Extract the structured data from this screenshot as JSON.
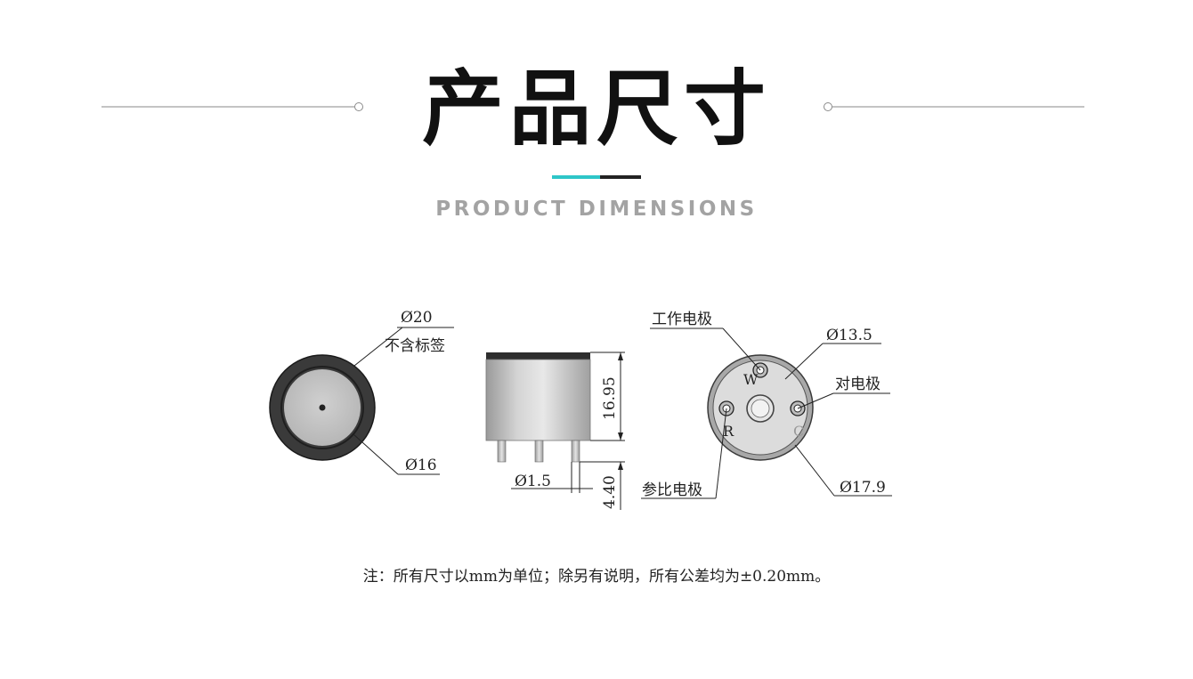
{
  "header": {
    "title": "产品尺寸",
    "subtitle": "PRODUCT DIMENSIONS",
    "accent_colors": {
      "teal": "#2ec6c8",
      "dark": "#222222",
      "line": "#8a8a8a"
    }
  },
  "drawing": {
    "front_view": {
      "outer_diameter_label": "Ø20",
      "outer_note_label": "不含标签",
      "inner_diameter_label": "Ø16"
    },
    "side_view": {
      "height_label": "16.95",
      "pin_length_label": "4.40",
      "pin_diameter_label": "Ø1.5"
    },
    "bottom_view": {
      "working_electrode_label": "工作电极",
      "counter_electrode_label": "对电极",
      "reference_electrode_label": "参比电极",
      "pin_circle_label": "Ø13.5",
      "base_diameter_label": "Ø17.9",
      "pin_w_letter": "W",
      "pin_r_letter": "R",
      "pin_c_letter": "C"
    }
  },
  "footer": {
    "note": "注：所有尺寸以mm为单位；除另有说明，所有公差均为±0.20mm。"
  }
}
